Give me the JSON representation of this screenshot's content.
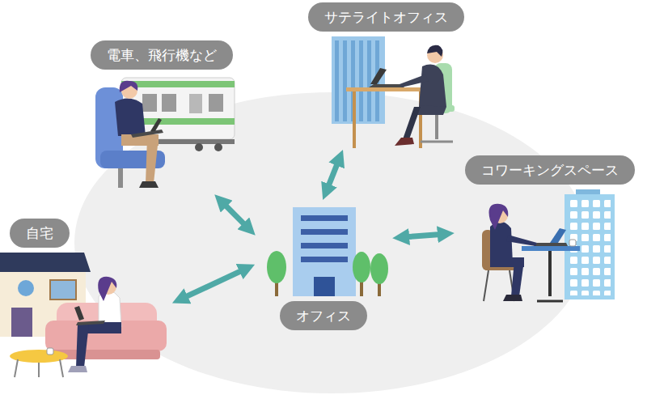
{
  "diagram": {
    "nodes": [
      {
        "text": [
          "サテライトオフィス"
        ]
      },
      {
        "text": [
          "電車、飛行機など"
        ]
      },
      {
        "text": [
          "コワーキングスペース"
        ]
      },
      {
        "text": [
          "自宅"
        ]
      },
      {
        "text": [
          "オフィス"
        ]
      }
    ],
    "edges": [
      {
        "from": 4,
        "to": 0,
        "arrow": "both"
      },
      {
        "from": 4,
        "to": 1,
        "arrow": "both"
      },
      {
        "from": 4,
        "to": 2,
        "arrow": "both"
      },
      {
        "from": 4,
        "to": 3,
        "arrow": "both"
      }
    ]
  }
}
